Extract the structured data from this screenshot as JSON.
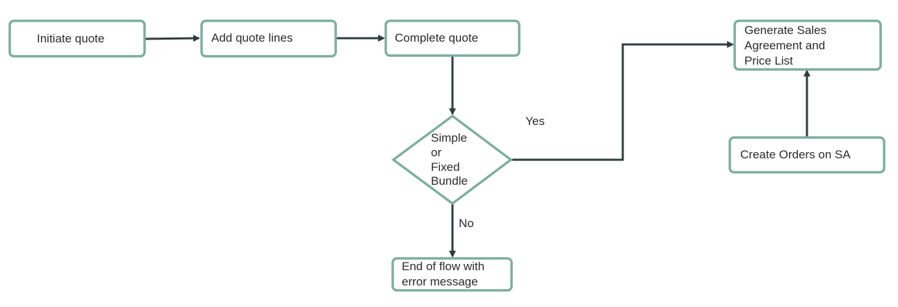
{
  "nodes": {
    "initiate": {
      "label": "Initiate quote"
    },
    "add_lines": {
      "label": "Add quote lines"
    },
    "complete": {
      "label": "Complete quote"
    },
    "decision": {
      "lines": [
        "Simple",
        "or",
        "Fixed",
        "Bundle"
      ]
    },
    "end": {
      "lines": [
        "End of flow with",
        "error message"
      ]
    },
    "generate": {
      "lines": [
        "Generate Sales",
        "Agreement and",
        "Price List"
      ]
    },
    "create_orders": {
      "label": "Create Orders on SA"
    }
  },
  "edges": {
    "yes_label": "Yes",
    "no_label": "No"
  },
  "colors": {
    "node_border": "#7fae9e",
    "connector": "#2f3d3d",
    "text": "#2b2b2b"
  }
}
